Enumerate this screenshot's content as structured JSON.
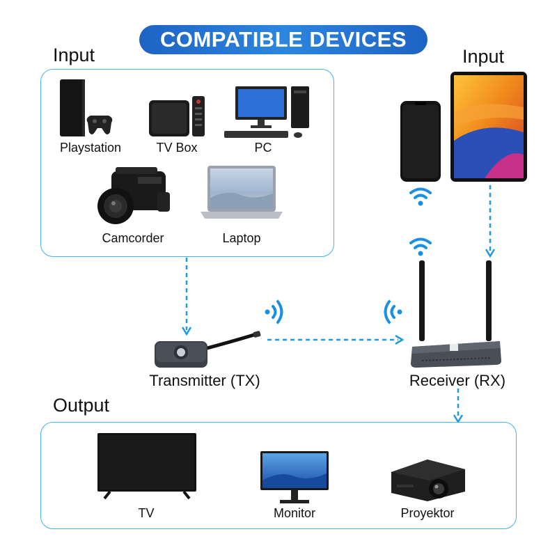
{
  "title": "COMPATIBLE DEVICES",
  "input_left": {
    "label": "Input",
    "devices": [
      "Playstation",
      "TV Box",
      "PC",
      "Camcorder",
      "Laptop"
    ]
  },
  "input_right": {
    "label": "Input"
  },
  "transmitter": {
    "label": "Transmitter (TX)"
  },
  "receiver": {
    "label": "Receiver (RX)"
  },
  "output": {
    "label": "Output",
    "devices": [
      "TV",
      "Monitor",
      "Proyektor"
    ]
  },
  "colors": {
    "accent": "#2b86de",
    "box_border": "#43b3e6",
    "arrow": "#1e9be0",
    "wifi": "#1a8fe3"
  },
  "icons": [
    "playstation-icon",
    "tv-box-icon",
    "pc-icon",
    "camcorder-icon",
    "laptop-icon",
    "smartphone-icon",
    "tablet-icon",
    "transmitter-icon",
    "receiver-icon",
    "tv-icon",
    "monitor-icon",
    "projector-icon",
    "wifi-icon"
  ]
}
